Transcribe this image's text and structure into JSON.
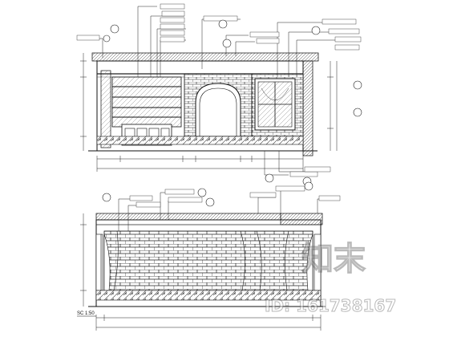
{
  "drawing": {
    "scale_label": "SC 1:50",
    "watermark_logo": "知末",
    "watermark_id": "ID: 161738167"
  }
}
